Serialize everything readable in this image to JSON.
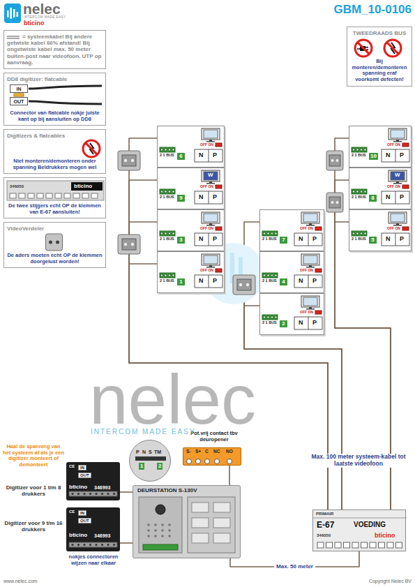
{
  "diagram": {
    "title": "GBM_10-0106",
    "nodes": [
      {
        "text": [
          "= systeemkabel Bij andere getwiste kabel 66% afstand! Bij ongetwiste kabel max. 50 meter buiten-post naar videofoon. UTP op aanvraag."
        ]
      },
      {
        "text": [
          "DD8 digitizer: flatcable",
          "Connector van flatcable nokje juiste kant op bij aansluiten op DD8"
        ]
      },
      {
        "text": [
          "IN"
        ],
        "in": 1
      },
      {
        "text": [
          "OUT"
        ],
        "in": 1
      },
      {
        "text": [
          "Digitizers & flatcables",
          "Niet monteren/demonteren onder spanning Beldrukkers mogen wel"
        ]
      },
      {
        "text": [
          "346050",
          "bticino",
          "De twee stijgers echt OP de klemmen van E-67 aansluiten!"
        ]
      },
      {
        "text": [
          "VideoVerdeler",
          "De aders moeten echt OP de klemmen doorgelust worden!"
        ]
      },
      {
        "text": [
          "TWEEDRAADS BUS",
          "Bij monteren/demonteren spanning eraf voorkomt defecten!"
        ]
      },
      {
        "text": [
          "2 1 BUS",
          "6",
          "N",
          "P",
          "OFF ON"
        ]
      },
      {
        "text": [
          "2 1 BUS",
          "9",
          "N",
          "P",
          "OFF ON",
          "W"
        ]
      },
      {
        "text": [
          "2 1 BUS",
          "3",
          "N",
          "P",
          "OFF ON"
        ]
      },
      {
        "text": [
          "2 1 BUS",
          "1",
          "N",
          "P",
          "OFF ON"
        ]
      },
      {
        "text": [
          "2 1 BUS",
          "7",
          "N",
          "P",
          "OFF ON"
        ]
      },
      {
        "text": [
          "2 1 BUS",
          "4",
          "N",
          "P",
          "OFF ON"
        ]
      },
      {
        "text": [
          "2 1 BUS",
          "2",
          "N",
          "P",
          "OFF ON"
        ]
      },
      {
        "text": [
          "2 1 BUS",
          "10",
          "N",
          "P",
          "OFF ON"
        ]
      },
      {
        "text": [
          "2 1 BUS",
          "8",
          "N",
          "P",
          "OFF ON",
          "W"
        ]
      },
      {
        "text": [
          "2 1 BUS",
          "5",
          "N",
          "P",
          "OFF ON"
        ]
      },
      {
        "text": [
          "P",
          "N",
          "S",
          "TM",
          "1",
          "2"
        ]
      },
      {
        "text": [
          "S-",
          "S+",
          "C",
          "NC",
          "NO"
        ]
      },
      {
        "text": [
          "bticino",
          "346993"
        ]
      },
      {
        "text": [
          "bticino",
          "346993"
        ]
      },
      {
        "text": [
          "DEURSTATION S-130V"
        ]
      },
      {
        "text": [
          "PRIMAIR",
          "E-67",
          "VOEDING",
          "bticino",
          "346050"
        ]
      }
    ],
    "edges": [
      {
        "from": 22,
        "to": 23,
        "arrow": "none",
        "label": "Max. 50 meter"
      },
      {
        "from": 19,
        "to": 22,
        "arrow": "none"
      },
      {
        "from": 20,
        "to": 22,
        "arrow": "none"
      },
      {
        "from": 21,
        "to": 22,
        "arrow": "none"
      },
      {
        "from": 23,
        "to": 8,
        "arrow": "none"
      },
      {
        "from": 23,
        "to": 9,
        "arrow": "none"
      },
      {
        "from": 23,
        "to": 10,
        "arrow": "none"
      },
      {
        "from": 23,
        "to": 11,
        "arrow": "none"
      },
      {
        "from": 23,
        "to": 12,
        "arrow": "none"
      },
      {
        "from": 23,
        "to": 13,
        "arrow": "none"
      },
      {
        "from": 23,
        "to": 14,
        "arrow": "none"
      },
      {
        "from": 23,
        "to": 15,
        "arrow": "none"
      },
      {
        "from": 23,
        "to": 16,
        "arrow": "none"
      },
      {
        "from": 23,
        "to": 17,
        "arrow": "none"
      }
    ],
    "labels": [
      "nelec",
      "INTERCOM MADE EASY",
      "bticino",
      "Haal de spanning van het systeem af als je een digitizer monteert of demonteert",
      "Digitizer voor 1 t/m 8 drukkers",
      "Digitizer voor 9 t/m 16 drukkers",
      "nokjes connectoren wijzen naar elkaar",
      "CE",
      "IN",
      "OUT",
      "CE",
      "IN",
      "OUT",
      "Pot.vrij contact tbv deuropener",
      "Max. 100 meter systeem-kabel tot laatste videofoon",
      "nelec",
      "INTERCOM MADE EASY",
      "www.nelec.com",
      "Copyright Nelec BV"
    ]
  }
}
